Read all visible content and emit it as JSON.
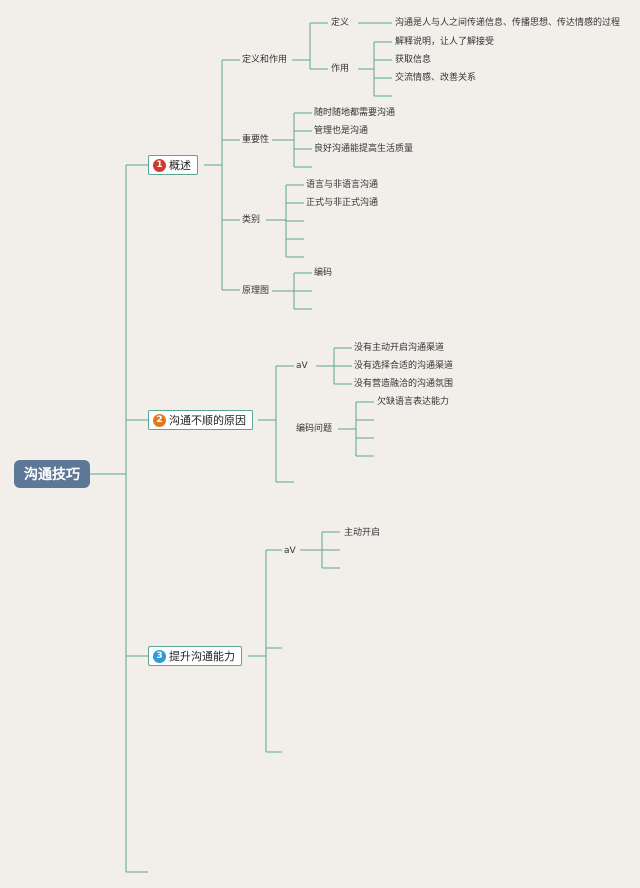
{
  "root": "沟通技巧",
  "branches": [
    {
      "number": "1",
      "number_color": "#d23a2e",
      "label": "概述",
      "children": {
        "definition_and_role": "定义和作用",
        "definition": "定义",
        "definition_text": "沟通是人与人之间传递信息、传播思想、传达情感的过程",
        "role": "作用",
        "role_items": [
          "解释说明，让人了解接受",
          "获取信息",
          "交流情感、改善关系"
        ],
        "importance": "重要性",
        "importance_items": [
          "随时随地都需要沟通",
          "管理也是沟通",
          "良好沟通能提高生活质量"
        ],
        "category": "类别",
        "category_items": [
          "语言与非语言沟通",
          "正式与非正式沟通"
        ],
        "principle": "原理图",
        "principle_items": [
          "编码"
        ]
      }
    },
    {
      "number": "2",
      "number_color": "#e07a22",
      "label": "沟通不顺的原因",
      "children": {
        "av": "aV",
        "av_items": [
          "没有主动开启沟通渠道",
          "没有选择合适的沟通渠道",
          "没有营造融洽的沟通氛围"
        ],
        "encoding_problem": "编码问题",
        "encoding_items": [
          "欠缺语言表达能力"
        ]
      }
    },
    {
      "number": "3",
      "number_color": "#2f9bd6",
      "label": "提升沟通能力",
      "children": {
        "av": "aV",
        "av_items": [
          "主动开启"
        ]
      }
    }
  ],
  "colors": {
    "line": "#5aa692",
    "root_bg": "#5d7796",
    "background": "#f2efea"
  }
}
